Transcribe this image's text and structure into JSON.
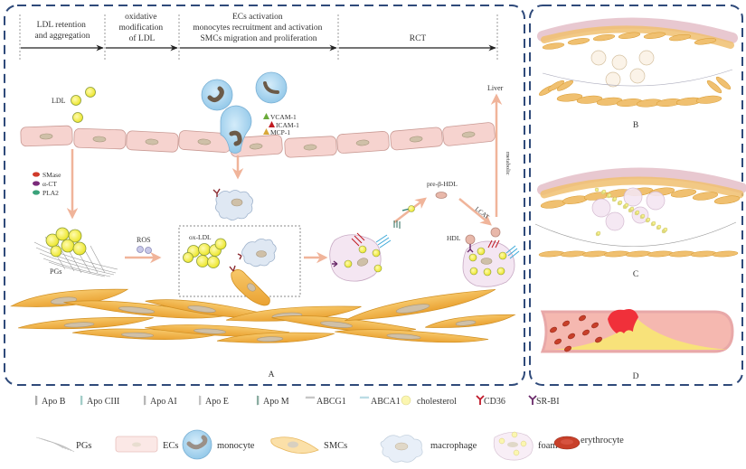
{
  "panelA": {
    "label": "A",
    "timeline": {
      "stages": [
        {
          "lines": [
            "LDL retention",
            "and aggregation"
          ]
        },
        {
          "lines": [
            "oxidative",
            "modification",
            "of LDL"
          ]
        },
        {
          "lines": [
            "ECs activation",
            "monocytes recruitment and activation",
            "SMCs migration and proliferation"
          ]
        },
        {
          "lines": [
            "RCT"
          ]
        }
      ]
    },
    "labels": {
      "ldl": "LDL",
      "vcam": "VCAM-1",
      "icam": "ICAM-1",
      "mcp": "MCP-1",
      "smase": "SMase",
      "act": "α-CT",
      "pla2": "PLA2",
      "pgs": "PGs",
      "ros": "ROS",
      "oxldl": "ox-LDL",
      "prehdl": "pre-β-HDL",
      "lcat": "LCAT",
      "hdl": "HDL",
      "liver": "Liver",
      "metabolic": "metabolic"
    }
  },
  "panelB": {
    "label": "B"
  },
  "panelC": {
    "label": "C"
  },
  "panelD": {
    "label": "D"
  },
  "legend": {
    "row1": [
      {
        "icon": "apo-b-icon",
        "label": "Apo B"
      },
      {
        "icon": "apo-ciii-icon",
        "label": "Apo CIII"
      },
      {
        "icon": "apo-ai-icon",
        "label": "Apo AI"
      },
      {
        "icon": "apo-e-icon",
        "label": "Apo E"
      },
      {
        "icon": "apo-m-icon",
        "label": "Apo M"
      },
      {
        "icon": "abcg1-icon",
        "label": "ABCG1"
      },
      {
        "icon": "abca1-icon",
        "label": "ABCA1"
      },
      {
        "icon": "cholesterol-icon",
        "label": "cholesterol"
      },
      {
        "icon": "cd36-icon",
        "label": "CD36"
      },
      {
        "icon": "sr-bi-icon",
        "label": "SR-BI"
      }
    ],
    "row2": [
      {
        "icon": "pgs-icon",
        "label": "PGs"
      },
      {
        "icon": "ecs-icon",
        "label": "ECs"
      },
      {
        "icon": "monocyte-icon",
        "label": "monocyte"
      },
      {
        "icon": "smcs-icon",
        "label": "SMCs"
      },
      {
        "icon": "macrophage-icon",
        "label": "macrophage"
      },
      {
        "icon": "foam-cell-icon",
        "label": "foam cell"
      },
      {
        "icon": "erythrocyte-icon",
        "label": "erythrocyte"
      }
    ]
  },
  "colors": {
    "frame": "#2f4a7a",
    "ec_fill": "#f6d3cf",
    "ec_stroke": "#c99a94",
    "nucleus": "#cfc0a8",
    "monocyte": "#a9d4ee",
    "monocyte_nucleus": "#7a6a5a",
    "smc": "#f0b043",
    "smc_stroke": "#d08f22",
    "macrophage": "#dfe8f3",
    "foam": "#f4e6f2",
    "cholesterol": "#f3ef4a",
    "arrow": "#f0b49a",
    "cd36": "#c0182a",
    "srbi": "#6a2a6a",
    "rbc": "#c8402a",
    "plaque": "#f8e27a",
    "lumen": "#f5b8b0",
    "thrombus": "#f0303a"
  }
}
